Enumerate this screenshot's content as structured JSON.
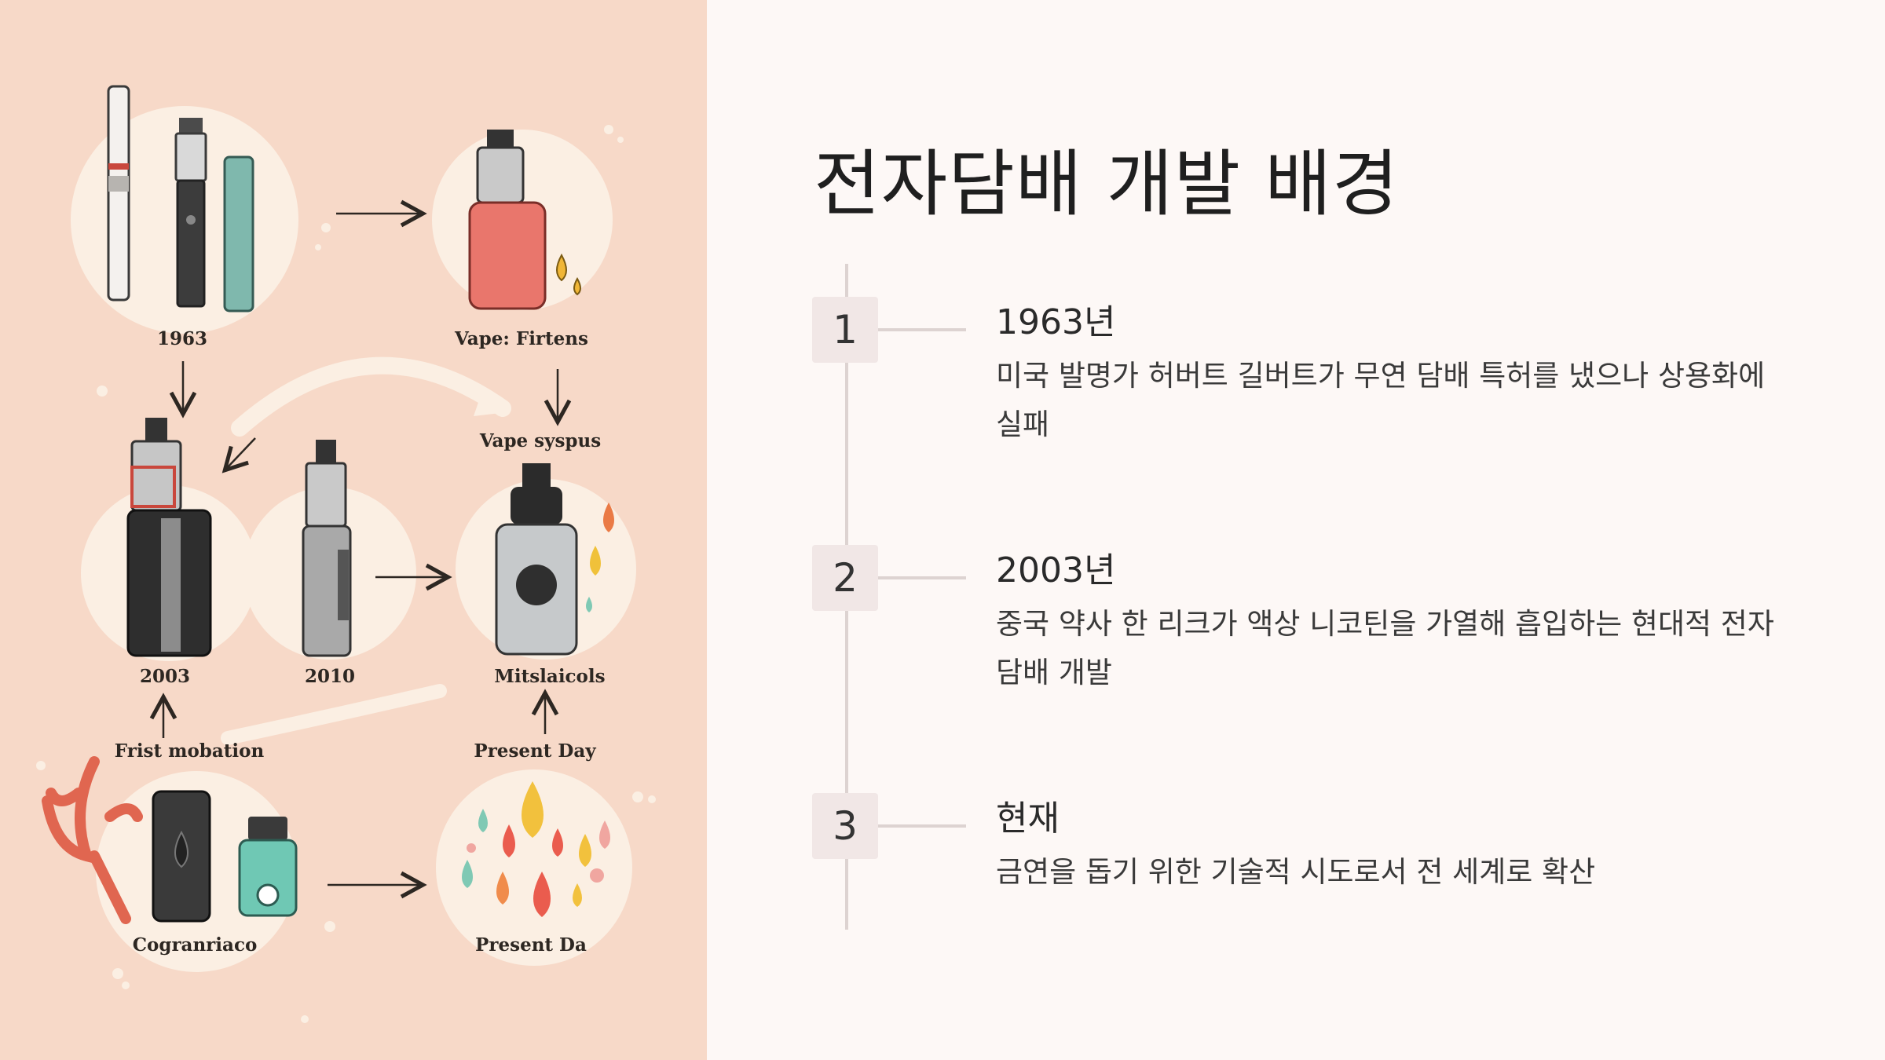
{
  "slide": {
    "title": "전자담배 개발 배경"
  },
  "illustration": {
    "labels": {
      "l1963": "1963",
      "vape_firtens": "Vape: Firtens",
      "vape_syspus": "Vape syspus",
      "l2003": "2003",
      "l2010": "2010",
      "mitslaicols": "Mitslaicols",
      "frist_mobation": "Frist mobation",
      "present_day": "Present Day",
      "cogranriaco": "Cogranriaco",
      "present_da": "Present Da"
    }
  },
  "timeline": {
    "steps": [
      {
        "number": "1",
        "title": "1963년",
        "desc": "미국 발명가 허버트 길버트가 무연 담배 특허를 냈으나 상용화에 실패"
      },
      {
        "number": "2",
        "title": "2003년",
        "desc": "중국 약사 한 리크가 액상 니코틴을 가열해 흡입하는 현대적 전자담배 개발"
      },
      {
        "number": "3",
        "title": "현재",
        "desc": "금연을 돕기 위한 기술적 시도로서 전 세계로 확산"
      }
    ]
  },
  "colors": {
    "panel_background": "#f7d9c8",
    "page_background": "#fdf8f6",
    "timeline_line": "#ddd3d1",
    "badge_background": "#f1e7e6"
  }
}
